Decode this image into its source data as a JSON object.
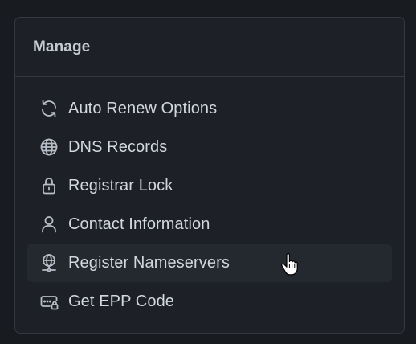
{
  "panel": {
    "title": "Manage",
    "items": [
      {
        "label": "Auto Renew Options",
        "icon": "refresh-icon"
      },
      {
        "label": "DNS Records",
        "icon": "globe-icon"
      },
      {
        "label": "Registrar Lock",
        "icon": "lock-icon"
      },
      {
        "label": "Contact Information",
        "icon": "user-icon"
      },
      {
        "label": "Register Nameservers",
        "icon": "network-globe-icon",
        "hovered": true
      },
      {
        "label": "Get EPP Code",
        "icon": "key-code-icon"
      }
    ]
  },
  "colors": {
    "background": "#181b20",
    "panel": "#1d2026",
    "border": "#34383f",
    "hover": "#24282f",
    "text": "#d3d7de",
    "icon": "#b8bec7"
  }
}
